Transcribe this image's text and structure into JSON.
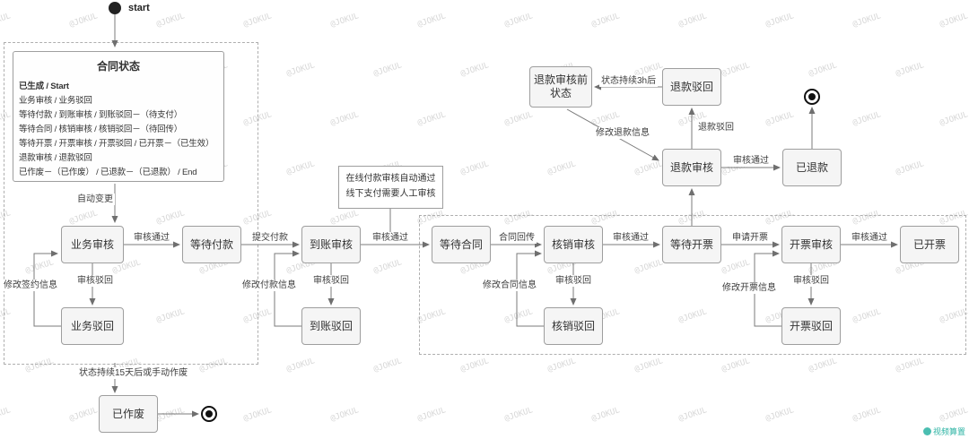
{
  "watermark": {
    "text": "@JOKUL"
  },
  "logo": {
    "text": "视频算置"
  },
  "start": {
    "label": "start"
  },
  "legend": {
    "title": "合同状态",
    "lines": [
      "已生成 / Start",
      "业务审核 / 业务驳回",
      "等待付款 / 到账审核 / 到账驳回－（待支付）",
      "等待合同 / 核销审核 / 核销驳回－（待回传）",
      "等待开票 / 开票审核 / 开票驳回 / 已开票－（已生效）",
      "退款审核 / 退款驳回",
      "已作废－（已作废）  / 已退款－（已退款）  / End"
    ]
  },
  "note": {
    "line1": "在线付款审核自动通过",
    "line2": "线下支付需要人工审核"
  },
  "nodes": {
    "business_review": "业务审核",
    "business_reject": "业务驳回",
    "wait_payment": "等待付款",
    "arrival_review": "到账审核",
    "arrival_reject": "到账驳回",
    "wait_contract": "等待合同",
    "writeoff_review": "核销审核",
    "writeoff_reject": "核销驳回",
    "wait_invoice": "等待开票",
    "invoice_review": "开票审核",
    "invoice_reject": "开票驳回",
    "invoiced": "已开票",
    "refund_review": "退款审核",
    "refund_reject": "退款驳回",
    "refund_pre_state": "退款审核前状态",
    "refunded": "已退款",
    "voided": "已作废"
  },
  "edges": {
    "auto_change": "自动变更",
    "review_pass_1": "审核通过",
    "review_reject_1": "审核驳回",
    "modify_sign_info": "修改签约信息",
    "submit_payment": "提交付款",
    "review_reject_2": "审核驳回",
    "modify_payment_info": "修改付款信息",
    "review_pass_2": "审核通过",
    "contract_return": "合同回传",
    "review_reject_3": "审核驳回",
    "modify_contract_info": "修改合同信息",
    "review_pass_3": "审核通过",
    "apply_invoice": "申请开票",
    "review_reject_4": "审核驳回",
    "modify_invoice_info": "修改开票信息",
    "review_pass_4": "审核通过",
    "refund_rejected": "退款驳回",
    "state_3h": "状态持续3h后",
    "modify_refund_info": "修改退款信息",
    "review_pass_refund": "审核通过",
    "state_15d": "状态持续15天后或手动作废"
  }
}
